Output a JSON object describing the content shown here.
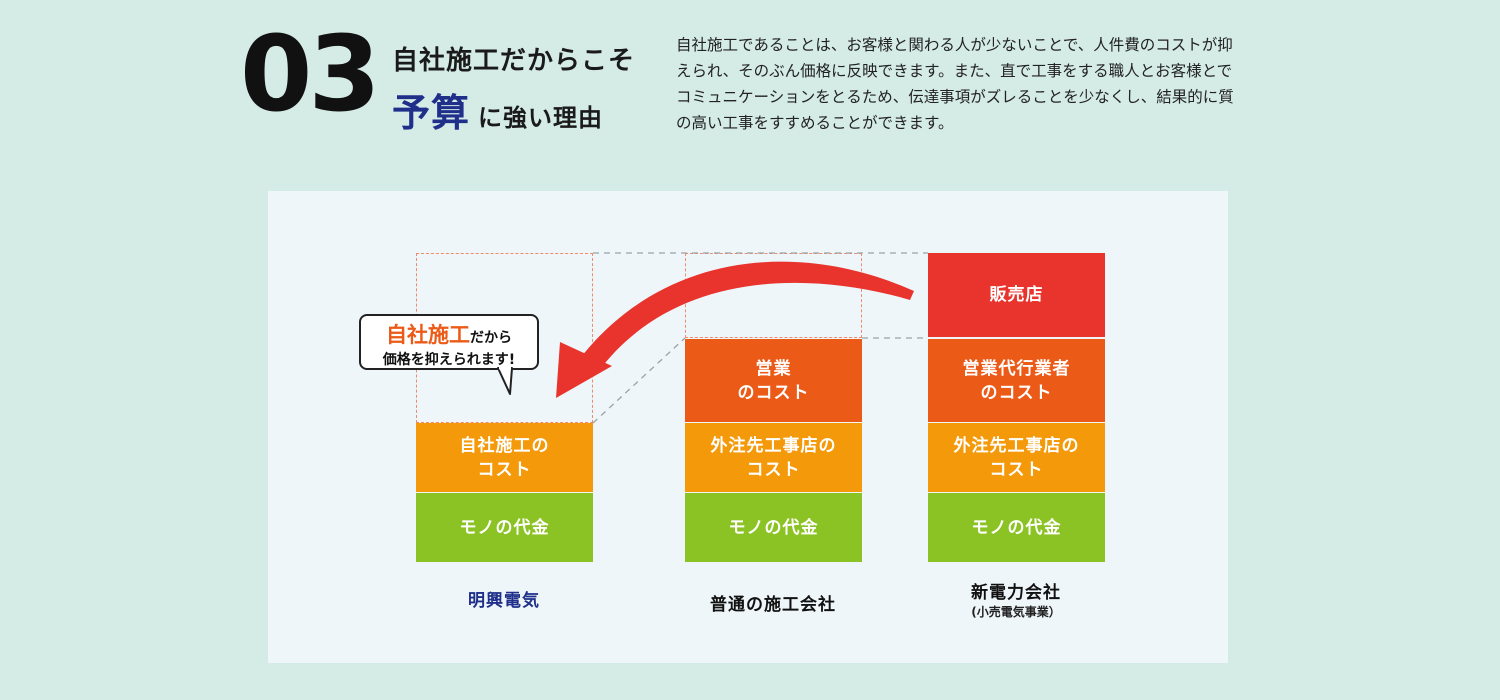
{
  "header": {
    "number": "03",
    "headline_line1": "自社施工だからこそ",
    "headline_accent": "予算",
    "headline_rest": "に強い理由",
    "description": "自社施工であることは、お客様と関わる人が少ないことで、人件費のコストが抑えられ、そのぶん価格に反映できます。また、直で工事をする職人とお客様とでコミュニケーションをとるため、伝達事項がズレることを少なくし、結果的に質の高い工事をすすめることができます。"
  },
  "colors": {
    "background": "#d4ebe6",
    "panel": "#eef6fa",
    "accent_navy": "#1f2f8a",
    "red": "#e8342c",
    "orange": "#ec5a18",
    "amber": "#f49a0a",
    "green": "#8cc324"
  },
  "callout": {
    "accent": "自社施工",
    "line1_rest": "だから",
    "line2": "価格を抑えられます!"
  },
  "diagram": {
    "columns": [
      {
        "label": "明興電気",
        "sublabel": "",
        "blocks": [
          {
            "text": "自社施工の\nコスト",
            "color": "amber"
          },
          {
            "text": "モノの代金",
            "color": "green"
          }
        ]
      },
      {
        "label": "普通の施工会社",
        "sublabel": "",
        "blocks": [
          {
            "text": "営業\nのコスト",
            "color": "orange"
          },
          {
            "text": "外注先工事店の\nコスト",
            "color": "amber"
          },
          {
            "text": "モノの代金",
            "color": "green"
          }
        ]
      },
      {
        "label": "新電力会社",
        "sublabel": "(小売電気事業）",
        "blocks": [
          {
            "text": "販売店",
            "color": "red"
          },
          {
            "text": "営業代行業者\nのコスト",
            "color": "orange"
          },
          {
            "text": "外注先工事店の\nコスト",
            "color": "amber"
          },
          {
            "text": "モノの代金",
            "color": "green"
          }
        ]
      }
    ]
  }
}
